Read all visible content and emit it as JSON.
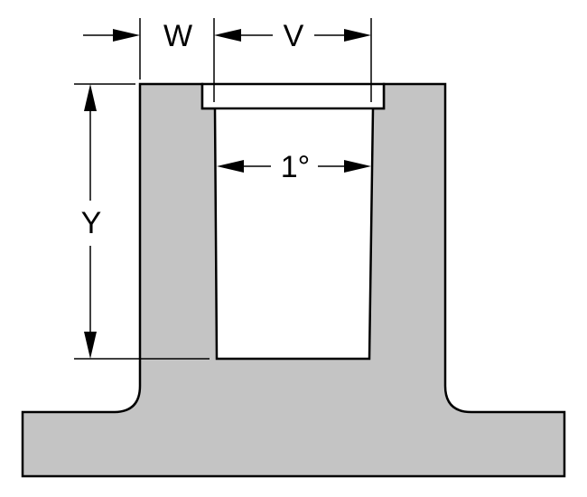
{
  "labels": {
    "w": "W",
    "v": "V",
    "y": "Y",
    "draft_angle": "1°"
  },
  "colors": {
    "part_fill": "#c4c4c4",
    "outline": "#000000",
    "background": "#ffffff"
  }
}
